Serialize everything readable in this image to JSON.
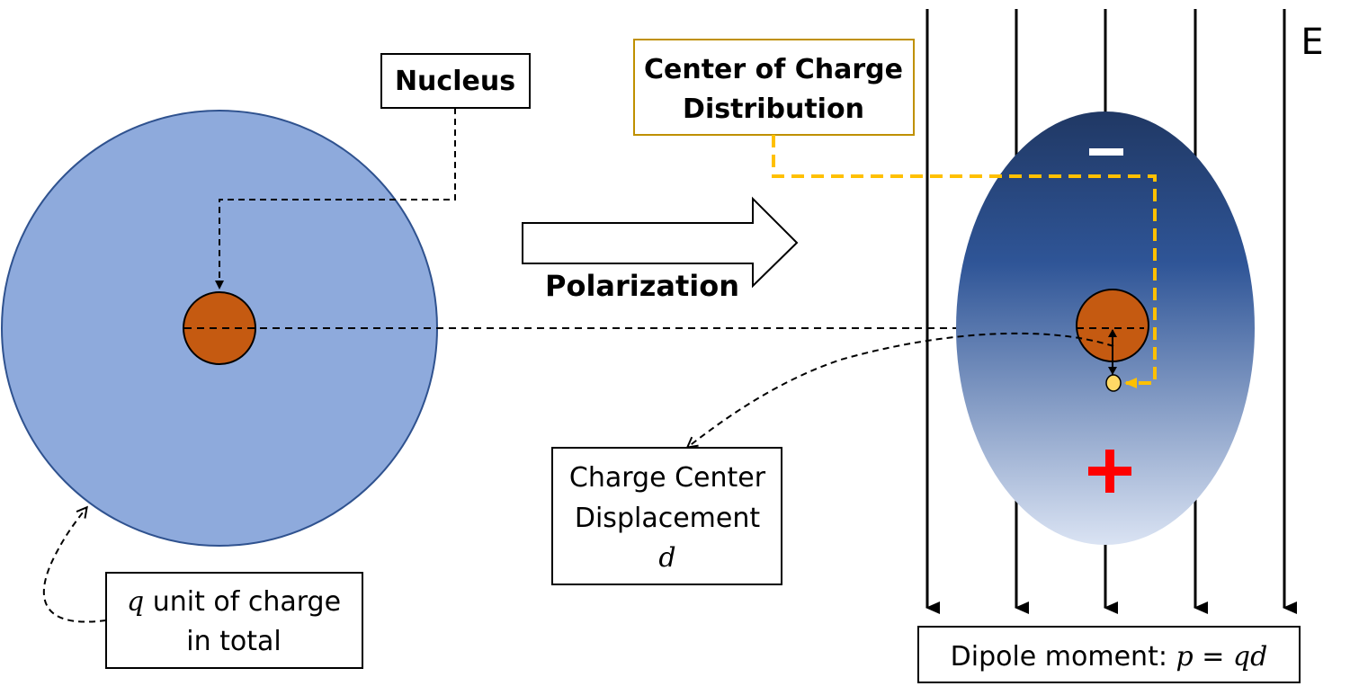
{
  "labels": {
    "nucleus": "Nucleus",
    "center_of_charge_line1": "Center of Charge",
    "center_of_charge_line2": "Distribution",
    "polarization": "Polarization",
    "field": "E",
    "minus_sign": "−",
    "plus_sign": "+",
    "charge_total_var": "q",
    "charge_total_line1_rest": " unit of charge",
    "charge_total_line2": "in total",
    "displacement_line1": "Charge Center",
    "displacement_line2": "Displacement",
    "displacement_var": "d",
    "dipole_prefix": "Dipole moment: ",
    "dipole_p": "p",
    "dipole_eq": " = ",
    "dipole_qd": "qd"
  },
  "colors": {
    "electron_cloud": "#8eaadc",
    "electron_cloud_border": "#2f528f",
    "nucleus": "#c55a11",
    "polarized_top": "#203864",
    "polarized_mid": "#2f5597",
    "polarized_bottom": "#dae3f3",
    "center_marker": "#ffd966",
    "highlight_line": "#ffc000",
    "box_border_gold": "#bf9000",
    "plus": "#ff0000",
    "minus": "#ffffff"
  },
  "field_lines_count": 5
}
